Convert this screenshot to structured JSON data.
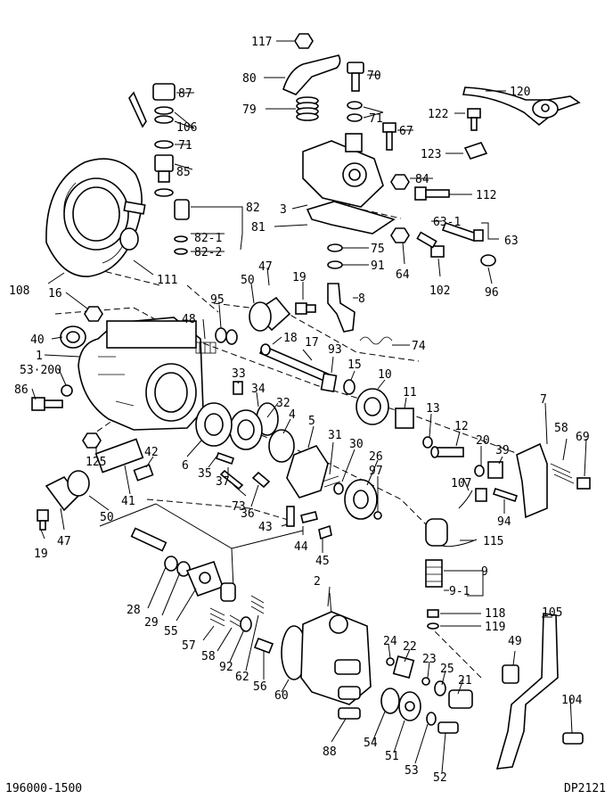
{
  "callouts": [
    {
      "label": "117"
    },
    {
      "label": "80"
    },
    {
      "label": "70"
    },
    {
      "label": "79"
    },
    {
      "label": "71"
    },
    {
      "label": "87"
    },
    {
      "label": "106"
    },
    {
      "label": "71"
    },
    {
      "label": "85"
    },
    {
      "label": "120"
    },
    {
      "label": "122"
    },
    {
      "label": "67"
    },
    {
      "label": "123"
    },
    {
      "label": "84"
    },
    {
      "label": "112"
    },
    {
      "label": "3"
    },
    {
      "label": "81"
    },
    {
      "label": "63-1"
    },
    {
      "label": "63"
    },
    {
      "label": "82"
    },
    {
      "label": "82-1"
    },
    {
      "label": "82-2"
    },
    {
      "label": "75"
    },
    {
      "label": "91"
    },
    {
      "label": "64"
    },
    {
      "label": "102"
    },
    {
      "label": "96"
    },
    {
      "label": "108"
    },
    {
      "label": "111"
    },
    {
      "label": "47"
    },
    {
      "label": "50"
    },
    {
      "label": "19"
    },
    {
      "label": "8"
    },
    {
      "label": "16"
    },
    {
      "label": "95"
    },
    {
      "label": "40"
    },
    {
      "label": "48"
    },
    {
      "label": "18"
    },
    {
      "label": "17"
    },
    {
      "label": "74"
    },
    {
      "label": "1"
    },
    {
      "label": "93"
    },
    {
      "label": "53·200"
    },
    {
      "label": "15"
    },
    {
      "label": "10"
    },
    {
      "label": "33"
    },
    {
      "label": "34"
    },
    {
      "label": "11"
    },
    {
      "label": "86"
    },
    {
      "label": "32"
    },
    {
      "label": "4"
    },
    {
      "label": "13"
    },
    {
      "label": "7"
    },
    {
      "label": "58"
    },
    {
      "label": "69"
    },
    {
      "label": "5"
    },
    {
      "label": "12"
    },
    {
      "label": "125"
    },
    {
      "label": "42"
    },
    {
      "label": "6"
    },
    {
      "label": "31"
    },
    {
      "label": "30"
    },
    {
      "label": "20"
    },
    {
      "label": "39"
    },
    {
      "label": "26"
    },
    {
      "label": "97"
    },
    {
      "label": "35"
    },
    {
      "label": "37"
    },
    {
      "label": "41"
    },
    {
      "label": "107"
    },
    {
      "label": "73"
    },
    {
      "label": "36"
    },
    {
      "label": "94"
    },
    {
      "label": "50"
    },
    {
      "label": "43"
    },
    {
      "label": "44"
    },
    {
      "label": "115"
    },
    {
      "label": "19"
    },
    {
      "label": "47"
    },
    {
      "label": "45"
    },
    {
      "label": "2"
    },
    {
      "label": "9"
    },
    {
      "label": "9-1"
    },
    {
      "label": "28"
    },
    {
      "label": "29"
    },
    {
      "label": "55"
    },
    {
      "label": "118"
    },
    {
      "label": "119"
    },
    {
      "label": "105"
    },
    {
      "label": "57"
    },
    {
      "label": "58"
    },
    {
      "label": "92"
    },
    {
      "label": "62"
    },
    {
      "label": "24"
    },
    {
      "label": "22"
    },
    {
      "label": "49"
    },
    {
      "label": "23"
    },
    {
      "label": "25"
    },
    {
      "label": "21"
    },
    {
      "label": "56"
    },
    {
      "label": "60"
    },
    {
      "label": "104"
    },
    {
      "label": "88"
    },
    {
      "label": "54"
    },
    {
      "label": "51"
    },
    {
      "label": "53"
    },
    {
      "label": "52"
    }
  ],
  "footer": {
    "left": "196000-1500",
    "right": "DP2121"
  }
}
